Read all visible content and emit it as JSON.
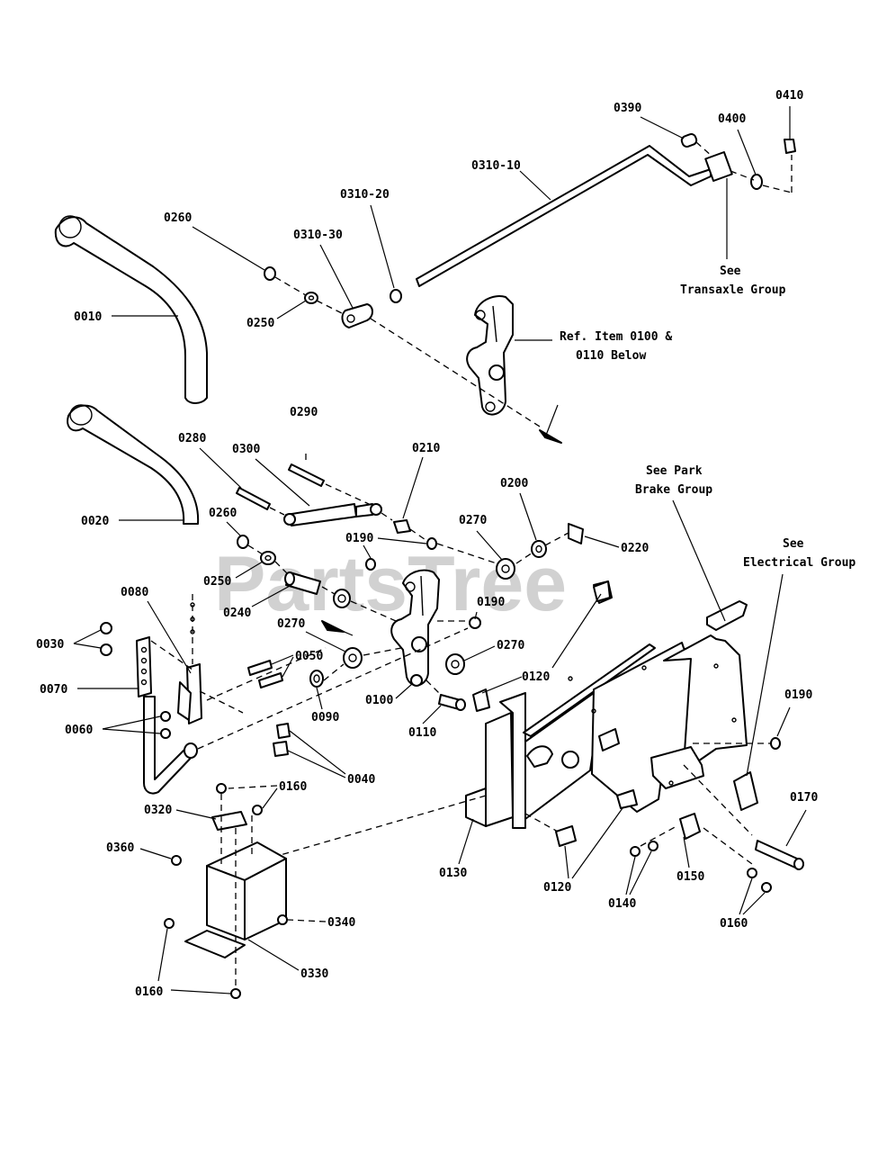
{
  "watermark": "PartsTree",
  "callouts": {
    "c0010": "0010",
    "c0020": "0020",
    "c0030": "0030",
    "c0040": "0040",
    "c0050": "0050",
    "c0060": "0060",
    "c0070": "0070",
    "c0080": "0080",
    "c0090": "0090",
    "c0100": "0100",
    "c0110": "0110",
    "c0120a": "0120",
    "c0120b": "0120",
    "c0130": "0130",
    "c0140": "0140",
    "c0150": "0150",
    "c0160a": "0160",
    "c0160b": "0160",
    "c0160c": "0160",
    "c0170": "0170",
    "c0190a": "0190",
    "c0190b": "0190",
    "c0190c": "0190",
    "c0200": "0200",
    "c0210": "0210",
    "c0220": "0220",
    "c0240": "0240",
    "c0250a": "0250",
    "c0250b": "0250",
    "c0260a": "0260",
    "c0260b": "0260",
    "c0270a": "0270",
    "c0270b": "0270",
    "c0270c": "0270",
    "c0280": "0280",
    "c0290": "0290",
    "c0300": "0300",
    "c0310_10": "0310-10",
    "c0310_20": "0310-20",
    "c0310_30": "0310-30",
    "c0320": "0320",
    "c0330": "0330",
    "c0340": "0340",
    "c0360": "0360",
    "c0390": "0390",
    "c0400": "0400",
    "c0410": "0410"
  },
  "notes": {
    "transaxle_1": "See",
    "transaxle_2": "Transaxle Group",
    "ref_1": "Ref. Item 0100 &",
    "ref_2": "0110 Below",
    "park_1": "See Park",
    "park_2": "Brake Group",
    "elec_1": "See",
    "elec_2": "Electrical Group"
  }
}
